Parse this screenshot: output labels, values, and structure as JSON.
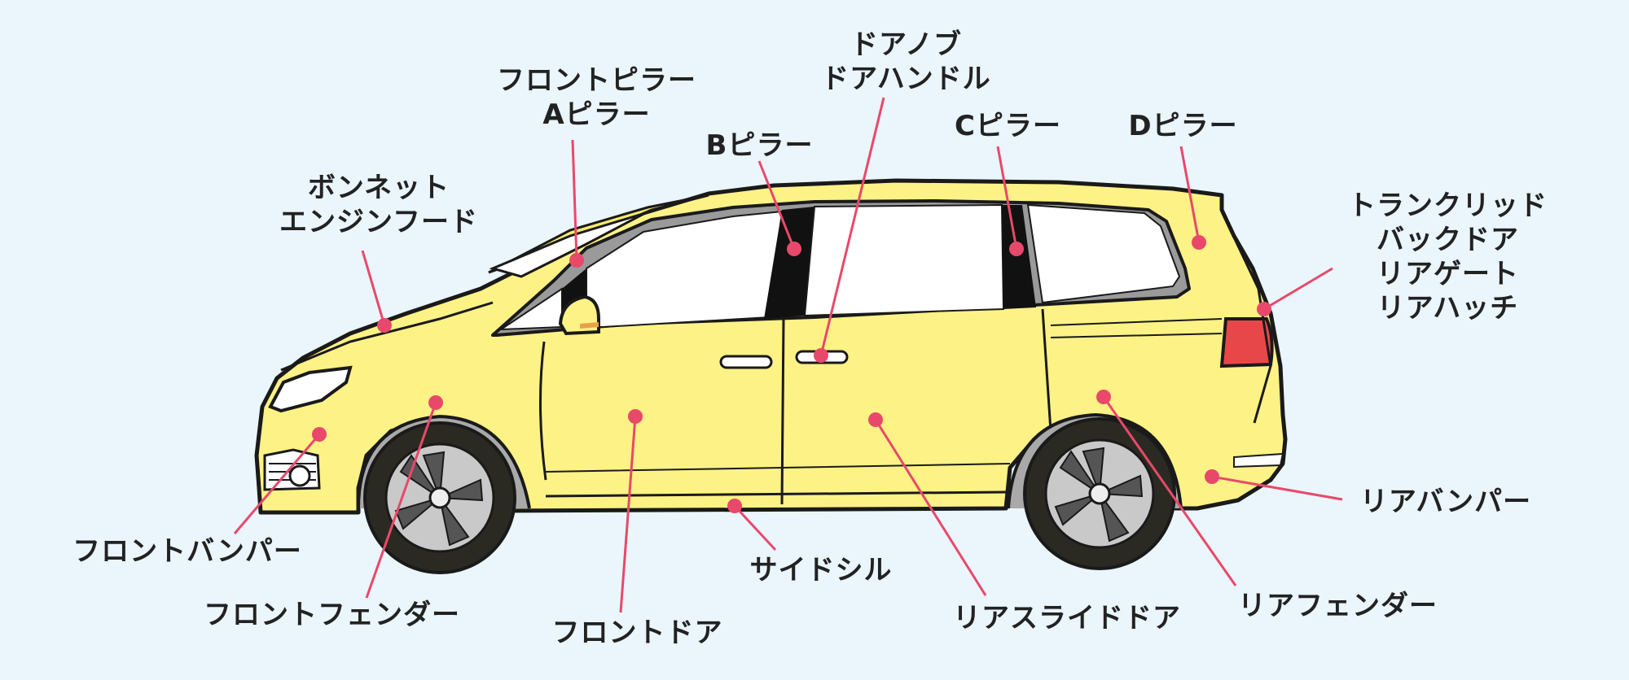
{
  "colors": {
    "background": "#eaf5fc",
    "body": "#fdf285",
    "outline": "#1a1a1a",
    "window": "#ffffff",
    "pillar": "#111111",
    "leader": "#e8496a",
    "tire": "#2a2a22",
    "wheel": "#c9c9c9",
    "fender_liner": "#a9a9a9",
    "tail_light": "#e8474a"
  },
  "labels": {
    "hood": [
      "ボンネット",
      "エンジンフード"
    ],
    "a_pillar": [
      "フロントピラー",
      "Aピラー"
    ],
    "b_pillar": [
      "Bピラー"
    ],
    "door_handle": [
      "ドアノブ",
      "ドアハンドル"
    ],
    "c_pillar": [
      "Cピラー"
    ],
    "d_pillar": [
      "Dピラー"
    ],
    "trunk_lid": [
      "トランクリッド",
      "バックドア",
      "リアゲート",
      "リアハッチ"
    ],
    "front_bumper": [
      "フロントバンパー"
    ],
    "front_fender": [
      "フロントフェンダー"
    ],
    "front_door": [
      "フロントドア"
    ],
    "side_sill": [
      "サイドシル"
    ],
    "rear_slide_door": [
      "リアスライドドア"
    ],
    "rear_fender": [
      "リアフェンダー"
    ],
    "rear_bumper": [
      "リアバンパー"
    ]
  }
}
